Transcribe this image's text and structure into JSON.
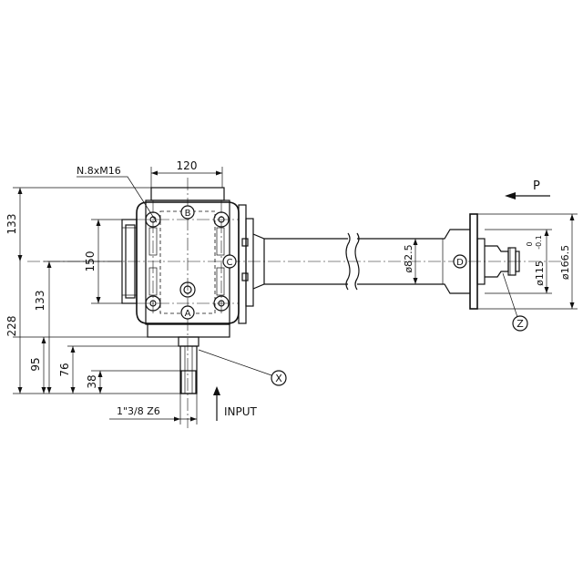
{
  "dimensions": {
    "top_width": "120",
    "bolt_note": "N.8xM16",
    "left_133_top": "133",
    "left_228": "228",
    "left_133_inner": "133",
    "height_150": "150",
    "d95": "95",
    "d76": "76",
    "d38": "38",
    "shaft_spline": "1\"3/8 Z6",
    "tube_diameter": "ø82.5",
    "pilot_diameter": "ø115",
    "pilot_tol_upper": "0",
    "pilot_tol_lower": "-0.1",
    "flange_diameter": "ø166.5"
  },
  "labels": {
    "input": "INPUT",
    "p_arrow": "P",
    "ref_a": "A",
    "ref_b": "B",
    "ref_c": "C",
    "ref_d": "D",
    "ref_x": "X",
    "ref_z": "Z"
  }
}
